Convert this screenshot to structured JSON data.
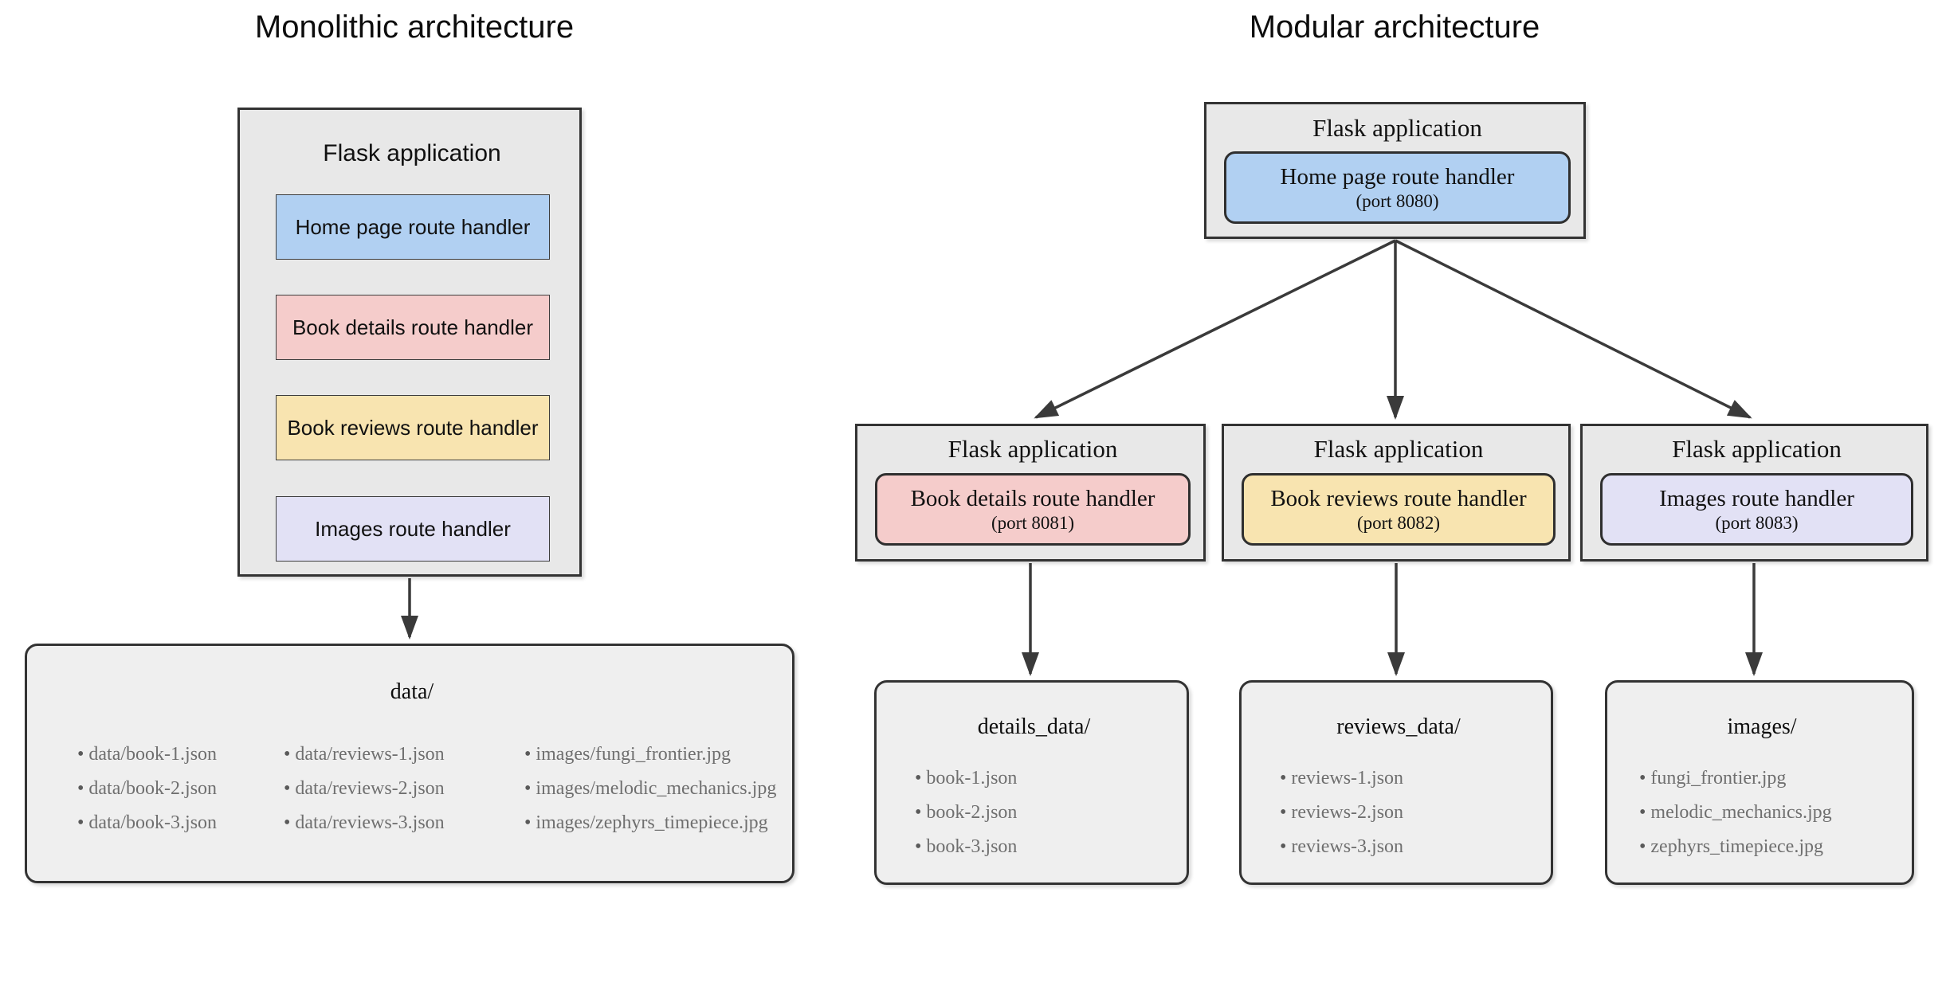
{
  "colors": {
    "box_fill": "#e8e8e8",
    "data_box_fill": "#efefef",
    "border": "#333333",
    "arrow": "#3a3a3a",
    "handler_blue": "#b1d0f2",
    "handler_pink": "#f5cccb",
    "handler_yellow": "#f8e4b0",
    "handler_lavender": "#e2e1f5",
    "file_text": "#6f6f6f"
  },
  "left": {
    "title": "Monolithic architecture",
    "app": {
      "title": "Flask application",
      "handlers": [
        {
          "label": "Home page route handler",
          "color": "blue"
        },
        {
          "label": "Book details route handler",
          "color": "pink"
        },
        {
          "label": "Book reviews route handler",
          "color": "yellow"
        },
        {
          "label": "Images route handler",
          "color": "lavender"
        }
      ]
    },
    "data_box": {
      "title": "data/",
      "columns": [
        [
          "data/book-1.json",
          "data/book-2.json",
          "data/book-3.json"
        ],
        [
          "data/reviews-1.json",
          "data/reviews-2.json",
          "data/reviews-3.json"
        ],
        [
          "images/fungi_frontier.jpg",
          "images/melodic_mechanics.jpg",
          "images/zephyrs_timepiece.jpg"
        ]
      ]
    }
  },
  "right": {
    "title": "Modular architecture",
    "root_app": {
      "title": "Flask application",
      "handler": "Home page route handler",
      "port": "(port 8080)"
    },
    "services": [
      {
        "app_title": "Flask application",
        "handler": "Book details route handler",
        "port": "(port 8081)",
        "color": "pink"
      },
      {
        "app_title": "Flask application",
        "handler": "Book reviews route handler",
        "port": "(port 8082)",
        "color": "yellow"
      },
      {
        "app_title": "Flask application",
        "handler": "Images route handler",
        "port": "(port 8083)",
        "color": "lavender"
      }
    ],
    "data_boxes": [
      {
        "title": "details_data/",
        "files": [
          "book-1.json",
          "book-2.json",
          "book-3.json"
        ]
      },
      {
        "title": "reviews_data/",
        "files": [
          "reviews-1.json",
          "reviews-2.json",
          "reviews-3.json"
        ]
      },
      {
        "title": "images/",
        "files": [
          "fungi_frontier.jpg",
          "melodic_mechanics.jpg",
          "zephyrs_timepiece.jpg"
        ]
      }
    ]
  }
}
